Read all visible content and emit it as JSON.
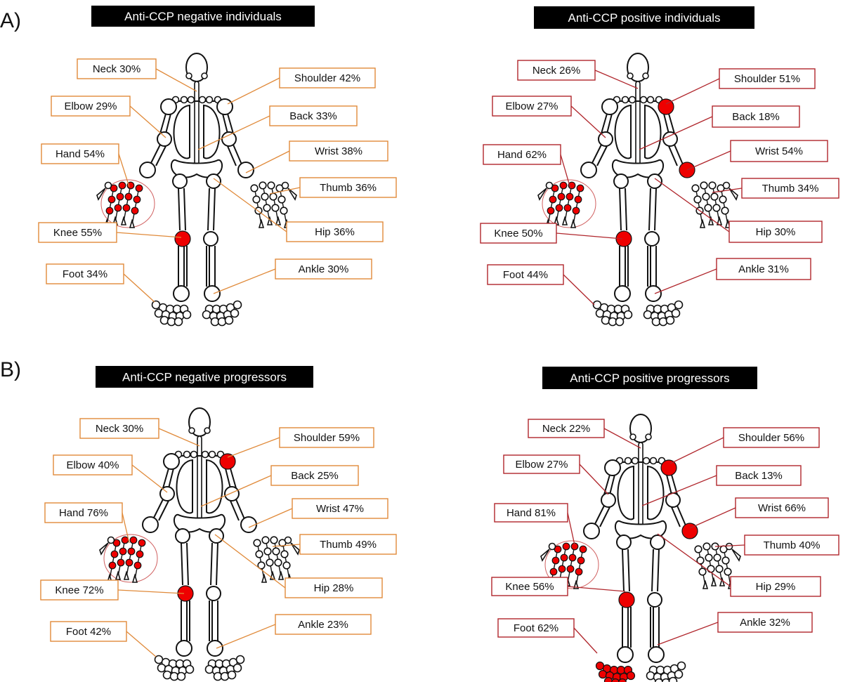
{
  "sections": [
    "A)",
    "B)"
  ],
  "colors": {
    "negative": "#e08a3a",
    "positive": "#b0262c",
    "hot_joint": "#ee0000",
    "hand_ring": "#d06060"
  },
  "panels": [
    {
      "id": "a-negative",
      "title": "Anti-CCP negative individuals",
      "border": "negative",
      "labels": [
        {
          "joint": "neck",
          "text": "Neck 30%"
        },
        {
          "joint": "shoulder",
          "text": "Shoulder 42%"
        },
        {
          "joint": "elbow",
          "text": "Elbow 29%"
        },
        {
          "joint": "back",
          "text": "Back 33%"
        },
        {
          "joint": "wrist",
          "text": "Wrist 38%"
        },
        {
          "joint": "hand",
          "text": "Hand 54%"
        },
        {
          "joint": "thumb",
          "text": "Thumb 36%"
        },
        {
          "joint": "hip",
          "text": "Hip 36%"
        },
        {
          "joint": "knee",
          "text": "Knee 55%"
        },
        {
          "joint": "foot",
          "text": "Foot 34%"
        },
        {
          "joint": "ankle",
          "text": "Ankle 30%"
        }
      ],
      "highlighted_joints": [
        "hand",
        "knee"
      ]
    },
    {
      "id": "a-positive",
      "title": "Anti-CCP positive individuals",
      "border": "positive",
      "labels": [
        {
          "joint": "neck",
          "text": "Neck 26%"
        },
        {
          "joint": "shoulder",
          "text": "Shoulder 51%"
        },
        {
          "joint": "elbow",
          "text": "Elbow 27%"
        },
        {
          "joint": "back",
          "text": "Back 18%"
        },
        {
          "joint": "hand",
          "text": "Hand 62%"
        },
        {
          "joint": "wrist",
          "text": "Wrist 54%"
        },
        {
          "joint": "thumb",
          "text": "Thumb 34%"
        },
        {
          "joint": "knee",
          "text": "Knee 50%"
        },
        {
          "joint": "hip",
          "text": "Hip 30%"
        },
        {
          "joint": "foot",
          "text": "Foot 44%"
        },
        {
          "joint": "ankle",
          "text": "Ankle 31%"
        }
      ],
      "highlighted_joints": [
        "shoulder",
        "wrist",
        "hand",
        "knee"
      ]
    },
    {
      "id": "b-negative",
      "title": "Anti-CCP negative progressors",
      "border": "negative",
      "labels": [
        {
          "joint": "neck",
          "text": "Neck 30%"
        },
        {
          "joint": "shoulder",
          "text": "Shoulder 59%"
        },
        {
          "joint": "elbow",
          "text": "Elbow 40%"
        },
        {
          "joint": "back",
          "text": "Back 25%"
        },
        {
          "joint": "hand",
          "text": "Hand 76%"
        },
        {
          "joint": "wrist",
          "text": "Wrist 47%"
        },
        {
          "joint": "thumb",
          "text": "Thumb 49%"
        },
        {
          "joint": "hip",
          "text": "Hip 28%"
        },
        {
          "joint": "knee",
          "text": "Knee 72%"
        },
        {
          "joint": "foot",
          "text": "Foot 42%"
        },
        {
          "joint": "ankle",
          "text": "Ankle 23%"
        }
      ],
      "highlighted_joints": [
        "shoulder",
        "hand",
        "knee"
      ]
    },
    {
      "id": "b-positive",
      "title": "Anti-CCP positive progressors",
      "border": "positive",
      "labels": [
        {
          "joint": "neck",
          "text": "Neck 22%"
        },
        {
          "joint": "shoulder",
          "text": "Shoulder 56%"
        },
        {
          "joint": "elbow",
          "text": "Elbow 27%"
        },
        {
          "joint": "back",
          "text": "Back 13%"
        },
        {
          "joint": "hand",
          "text": "Hand 81%"
        },
        {
          "joint": "wrist",
          "text": "Wrist 66%"
        },
        {
          "joint": "thumb",
          "text": "Thumb 40%"
        },
        {
          "joint": "knee",
          "text": "Knee 56%"
        },
        {
          "joint": "hip",
          "text": "Hip 29%"
        },
        {
          "joint": "foot",
          "text": "Foot 62%"
        },
        {
          "joint": "ankle",
          "text": "Ankle 32%"
        }
      ],
      "highlighted_joints": [
        "shoulder",
        "wrist",
        "hand",
        "knee",
        "foot"
      ]
    }
  ]
}
